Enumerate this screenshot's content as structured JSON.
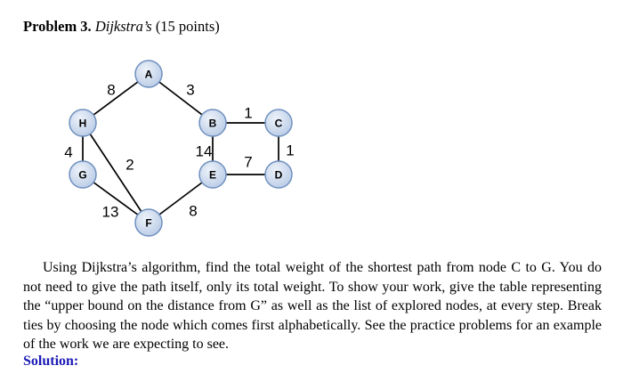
{
  "heading": {
    "label": "Problem 3.",
    "title": "Dijkstra’s",
    "points": "(15 points)"
  },
  "graph": {
    "colors": {
      "node_fill_light": "#eef3fa",
      "node_fill_dark": "#b9cbe6",
      "node_stroke": "#6f90bf",
      "edge": "#000000"
    },
    "nodes": [
      "A",
      "B",
      "C",
      "D",
      "E",
      "F",
      "G",
      "H"
    ],
    "edges": [
      {
        "from": "H",
        "to": "A",
        "weight": "8"
      },
      {
        "from": "A",
        "to": "B",
        "weight": "3"
      },
      {
        "from": "B",
        "to": "C",
        "weight": "1"
      },
      {
        "from": "C",
        "to": "D",
        "weight": "1"
      },
      {
        "from": "E",
        "to": "D",
        "weight": "7"
      },
      {
        "from": "B",
        "to": "E",
        "weight": "14"
      },
      {
        "from": "H",
        "to": "G",
        "weight": "4"
      },
      {
        "from": "H",
        "to": "F",
        "weight": "2"
      },
      {
        "from": "G",
        "to": "F",
        "weight": "13"
      },
      {
        "from": "F",
        "to": "E",
        "weight": "8"
      }
    ]
  },
  "body": {
    "text": "Using Dijkstra’s algorithm, find the total weight of the shortest path from node C to G. You do not need to give the path itself, only its total weight. To show your work, give the table representing the “upper bound on the distance from G” as well as the list of explored nodes, at every step. Break ties by choosing the node which comes first alphabetically. See the practice problems for an example of the work we are expecting to see."
  },
  "solution_label": "Solution:"
}
